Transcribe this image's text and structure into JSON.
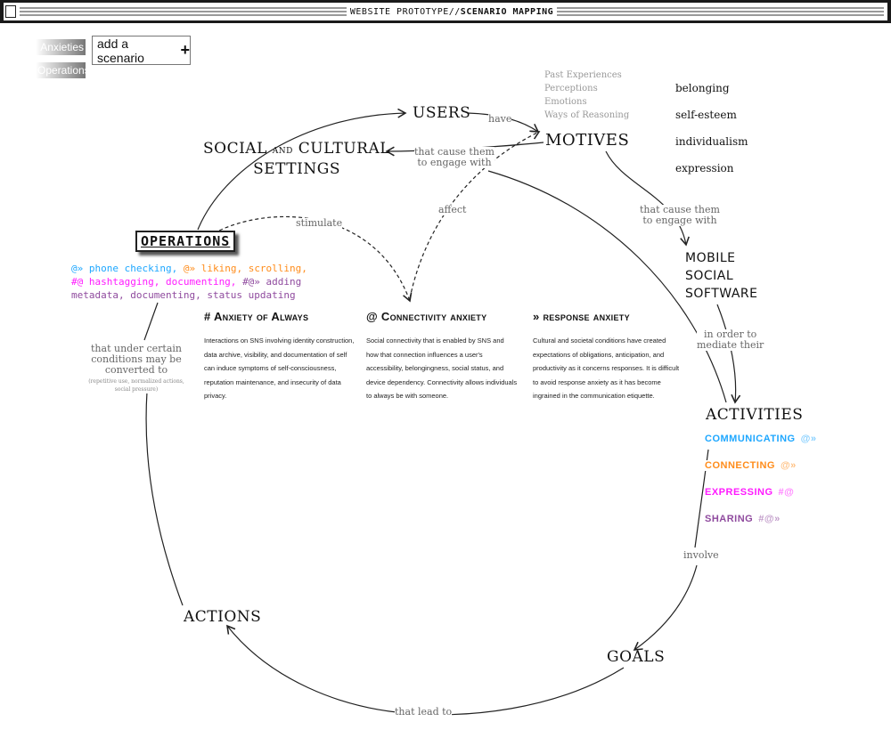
{
  "header": {
    "title_left": "WEBSITE PROTOTYPE",
    "separator": "//",
    "title_right": "SCENARIO MAPPING"
  },
  "toolbar": {
    "anxieties_tab": "Anxieties",
    "operations_tab": "Operations",
    "add_scenario": "add a scenario",
    "add_icon": "+"
  },
  "nodes": {
    "users": "USERS",
    "motives": "MOTIVES",
    "social_a": "SOCIAL",
    "social_and": "AND",
    "social_b": "CULTURAL",
    "social_c": "SETTINGS",
    "mobile": [
      "MOBILE",
      "SOCIAL",
      "SOFTWARE"
    ],
    "activities": "ACTIVITIES",
    "goals": "GOALS",
    "actions": "ACTIONS",
    "operations": "OPERATIONS"
  },
  "motive_factors": [
    "Past Experiences",
    "Perceptions",
    "Emotions",
    "Ways of Reasoning"
  ],
  "motives_list": [
    "belonging",
    "self-esteem",
    "individualism",
    "expression"
  ],
  "edges": {
    "have": "have",
    "cause_engage_1": [
      "that cause them",
      "to engage with"
    ],
    "affect": "affect",
    "stimulate": "stimulate",
    "cause_engage_2": [
      "that cause them",
      "to engage with"
    ],
    "mediate": [
      "in order to",
      "mediate their"
    ],
    "involve": "involve",
    "lead_to": "that lead to",
    "converted": [
      "that under certain",
      "conditions may be",
      "converted to"
    ],
    "converted_note": [
      "(repetitive use, normalized actions,",
      "social pressure)"
    ]
  },
  "operations_list": {
    "p1": "@» phone checking,",
    "p2": "@» liking, scrolling,",
    "p3": "#@ hashtagging, documenting,",
    "p4": "#@» adding",
    "p5": "metadata, documenting, status updating"
  },
  "anxieties": [
    {
      "title": "# Anxiety of Always",
      "body": "Interactions on SNS involving identity construction, data archive, visibility, and documentation of self can induce symptoms of self-consciousness, reputation maintenance, and insecurity of data privacy."
    },
    {
      "title": "@ Connectivity anxiety",
      "body": "Social connectivity that is enabled by SNS and how that connection influences a user's accessibility, belongingness, social status, and device dependency. Connectivity allows individuals to always be with someone."
    },
    {
      "title": "» response anxiety",
      "body": "Cultural and societal conditions have created expectations of obligations, anticipation, and productivity as it concerns responses. It is difficult to avoid response anxiety as it has become ingrained in the communication etiquette."
    }
  ],
  "activities": [
    {
      "label": "COMMUNICATING",
      "sym": "@»",
      "color": "#1ea7ff"
    },
    {
      "label": "CONNECTING",
      "sym": "@»",
      "color": "#ff8c1a"
    },
    {
      "label": "EXPRESSING",
      "sym": "#@",
      "color": "#ff1aff"
    },
    {
      "label": "SHARING",
      "sym": "#@»",
      "color": "#8f4a9e"
    }
  ]
}
